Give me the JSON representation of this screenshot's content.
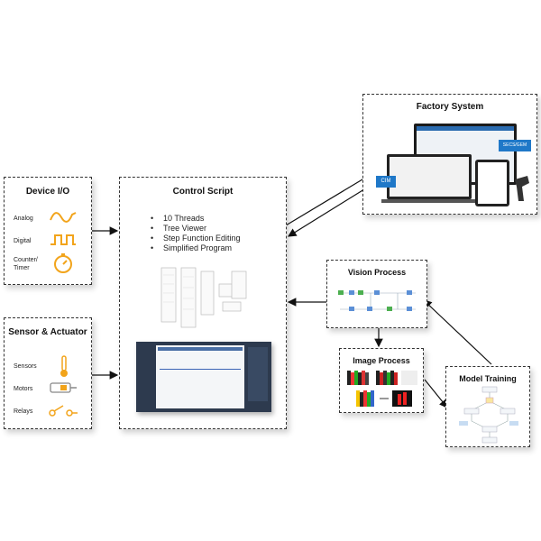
{
  "device_io": {
    "title": "Device I/O",
    "items": [
      "Analog",
      "Digital",
      "Counter/\nTimer"
    ]
  },
  "sensor_actuator": {
    "title": "Sensor & Actuator",
    "items": [
      "Sensors",
      "Motors",
      "Relays"
    ]
  },
  "control_script": {
    "title": "Control Script",
    "bullets": [
      "10 Threads",
      "Tree Viewer",
      "Step Function Editing",
      "Simplified Program"
    ]
  },
  "factory_system": {
    "title": "Factory System",
    "badges": [
      "CIM",
      "SECS/GEM"
    ]
  },
  "vision_process": {
    "title": "Vision Process"
  },
  "image_process": {
    "title": "Image Process"
  },
  "model_training": {
    "title": "Model Training"
  },
  "colors": {
    "icon_orange": "#f2a41b",
    "badge_blue": "#1f78c8",
    "dark_ui": "#2d3a4e"
  }
}
